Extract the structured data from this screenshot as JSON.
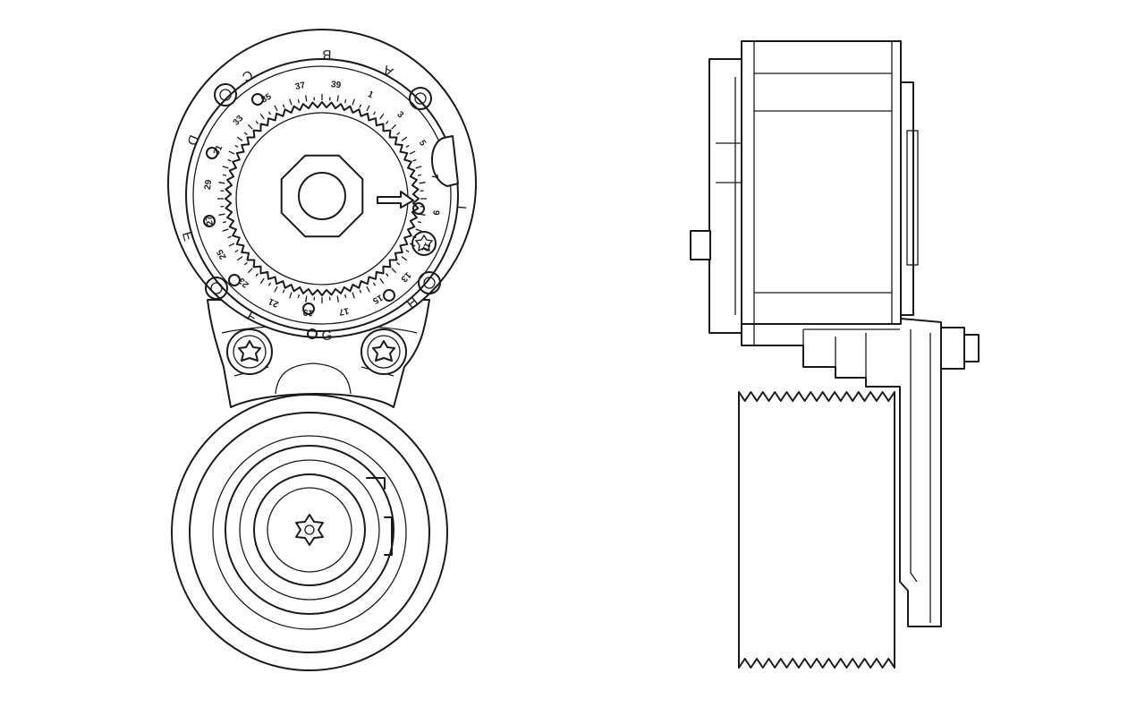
{
  "drawing": {
    "colors": {
      "line": "#1a1a1a",
      "background": "#ffffff"
    },
    "dial_numbers": [
      "1",
      "3",
      "5",
      "7",
      "9",
      "11",
      "13",
      "15",
      "17",
      "19",
      "21",
      "23",
      "25",
      "27",
      "29",
      "31",
      "33",
      "35",
      "37",
      "39"
    ],
    "dial_letters": [
      "A",
      "B",
      "C",
      "D",
      "E",
      "F",
      "G",
      "H",
      "I"
    ]
  }
}
